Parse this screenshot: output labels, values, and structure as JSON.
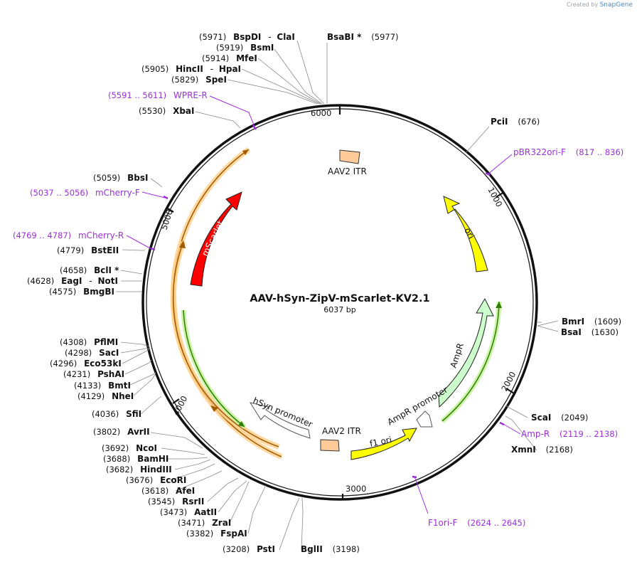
{
  "logo": {
    "prefix": "Created by",
    "brand": "SnapGene"
  },
  "plasmid": {
    "name": "AAV-hSyn-ZipV-mScarlet-KV2.1",
    "length_label": "6037 bp"
  },
  "ticks": [
    "1000",
    "2000",
    "3000",
    "4000",
    "5000",
    "6000"
  ],
  "enzymes": [
    {
      "id": "bspdi",
      "pos": "(5971)",
      "name": "BspDI",
      "extra": "ClaI"
    },
    {
      "id": "bsmi",
      "pos": "(5919)",
      "name": "BsmI"
    },
    {
      "id": "mfei",
      "pos": "(5914)",
      "name": "MfeI"
    },
    {
      "id": "hincii",
      "pos": "(5905)",
      "name": "HincII",
      "extra": "HpaI"
    },
    {
      "id": "spei",
      "pos": "(5829)",
      "name": "SpeI"
    },
    {
      "id": "xbai",
      "pos": "(5530)",
      "name": "XbaI"
    },
    {
      "id": "bsabi",
      "pos": "(5977)",
      "name": "BsaBI *"
    },
    {
      "id": "pcii",
      "pos": "(676)",
      "name": "PciI"
    },
    {
      "id": "bbsi",
      "pos": "(5059)",
      "name": "BbsI"
    },
    {
      "id": "bsteii",
      "pos": "(4779)",
      "name": "BstEII"
    },
    {
      "id": "bcli",
      "pos": "(4658)",
      "name": "BclI *"
    },
    {
      "id": "eagi",
      "pos": "(4628)",
      "name": "EagI",
      "extra": "NotI"
    },
    {
      "id": "bmgbi",
      "pos": "(4575)",
      "name": "BmgBI"
    },
    {
      "id": "bmri",
      "pos": "(1609)",
      "name": "BmrI"
    },
    {
      "id": "bsai",
      "pos": "(1630)",
      "name": "BsaI"
    },
    {
      "id": "pflmi",
      "pos": "(4308)",
      "name": "PflMI"
    },
    {
      "id": "saci",
      "pos": "(4298)",
      "name": "SacI"
    },
    {
      "id": "eco53ki",
      "pos": "(4296)",
      "name": "Eco53kI"
    },
    {
      "id": "pshai",
      "pos": "(4231)",
      "name": "PshAI"
    },
    {
      "id": "bmti",
      "pos": "(4133)",
      "name": "BmtI"
    },
    {
      "id": "nhei",
      "pos": "(4129)",
      "name": "NheI"
    },
    {
      "id": "sfii",
      "pos": "(4036)",
      "name": "SfiI"
    },
    {
      "id": "scai",
      "pos": "(2049)",
      "name": "ScaI"
    },
    {
      "id": "xmni",
      "pos": "(2168)",
      "name": "XmnI"
    },
    {
      "id": "avrii",
      "pos": "(3802)",
      "name": "AvrII"
    },
    {
      "id": "ncoi",
      "pos": "(3692)",
      "name": "NcoI"
    },
    {
      "id": "bamhi",
      "pos": "(3688)",
      "name": "BamHI"
    },
    {
      "id": "hindiii",
      "pos": "(3682)",
      "name": "HindIII"
    },
    {
      "id": "ecori",
      "pos": "(3676)",
      "name": "EcoRI"
    },
    {
      "id": "afei",
      "pos": "(3618)",
      "name": "AfeI"
    },
    {
      "id": "rsrii",
      "pos": "(3545)",
      "name": "RsrII"
    },
    {
      "id": "aatii",
      "pos": "(3473)",
      "name": "AatII"
    },
    {
      "id": "zrai",
      "pos": "(3471)",
      "name": "ZraI"
    },
    {
      "id": "fspai",
      "pos": "(3382)",
      "name": "FspAI"
    },
    {
      "id": "psti",
      "pos": "(3208)",
      "name": "PstI"
    },
    {
      "id": "bglii",
      "pos": "(3198)",
      "name": "BglII"
    }
  ],
  "primers": [
    {
      "id": "wpre",
      "name": "WPRE-R",
      "range": "(5591 .. 5611)"
    },
    {
      "id": "pbr322",
      "name": "pBR322ori-F",
      "range": "(817 .. 836)"
    },
    {
      "id": "mcherryf",
      "name": "mCherry-F",
      "range": "(5037 .. 5056)"
    },
    {
      "id": "mcherryr",
      "name": "mCherry-R",
      "range": "(4769 .. 4787)"
    },
    {
      "id": "ampr",
      "name": "Amp-R",
      "range": "(2119 .. 2138)"
    },
    {
      "id": "f1ori",
      "name": "F1ori-F",
      "range": "(2624 .. 2645)"
    }
  ],
  "features": {
    "itr_top": "AAV2 ITR",
    "itr_bottom": "AAV2 ITR",
    "ori": "ori",
    "ampr": "AmpR",
    "ampr_promoter": "AmpR promoter",
    "f1_ori": "f1 ori",
    "hsyn": "hSyn promoter",
    "mscarlet": "mScarlet"
  },
  "colors": {
    "backbone": "#111111",
    "primer": "#9b30d9",
    "mscarlet": "#ff0000",
    "ori": "#ffff00",
    "ampr": "#ccffcc",
    "itr": "#ffcc99",
    "orange_track": "#ffa62b",
    "green_track": "#7ddc3a"
  }
}
